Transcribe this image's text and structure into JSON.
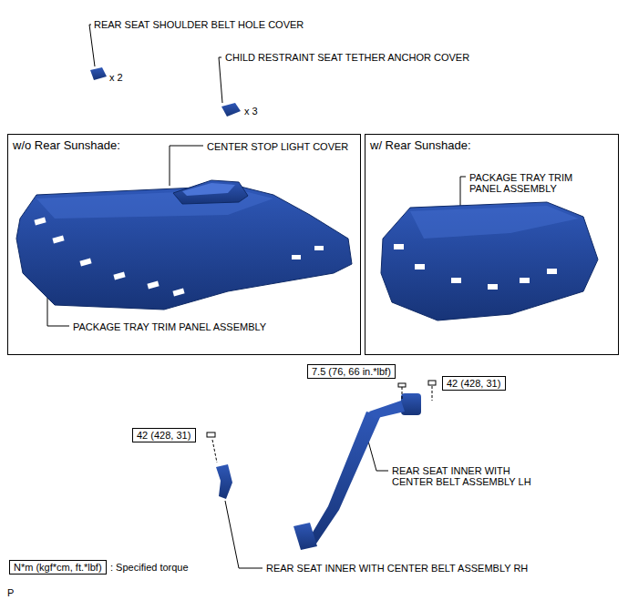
{
  "diagram": {
    "nodes": [
      {
        "text": [
          "w/o Rear Sunshade:",
          "CENTER STOP LIGHT COVER",
          "PACKAGE TRAY TRIM PANEL ASSEMBLY"
        ]
      },
      {
        "text": [
          "w/ Rear Sunshade:",
          "PACKAGE TRAY TRIM PANEL ASSEMBLY"
        ]
      },
      {
        "text": [
          "7.5 (76, 66 in.*lbf)"
        ]
      },
      {
        "text": [
          "42 (428, 31)"
        ]
      },
      {
        "text": [
          "42 (428, 31)"
        ]
      },
      {
        "text": [
          "N*m (kgf*cm, ft.*lbf)"
        ]
      }
    ],
    "edges": [],
    "labels": [
      "REAR SEAT SHOULDER BELT HOLE COVER",
      "x 2",
      "CHILD RESTRAINT SEAT TETHER ANCHOR COVER",
      "x 3",
      "REAR SEAT INNER WITH CENTER BELT ASSEMBLY LH",
      "REAR SEAT INNER WITH CENTER BELT ASSEMBLY RH",
      ": Specified torque",
      "P"
    ]
  }
}
